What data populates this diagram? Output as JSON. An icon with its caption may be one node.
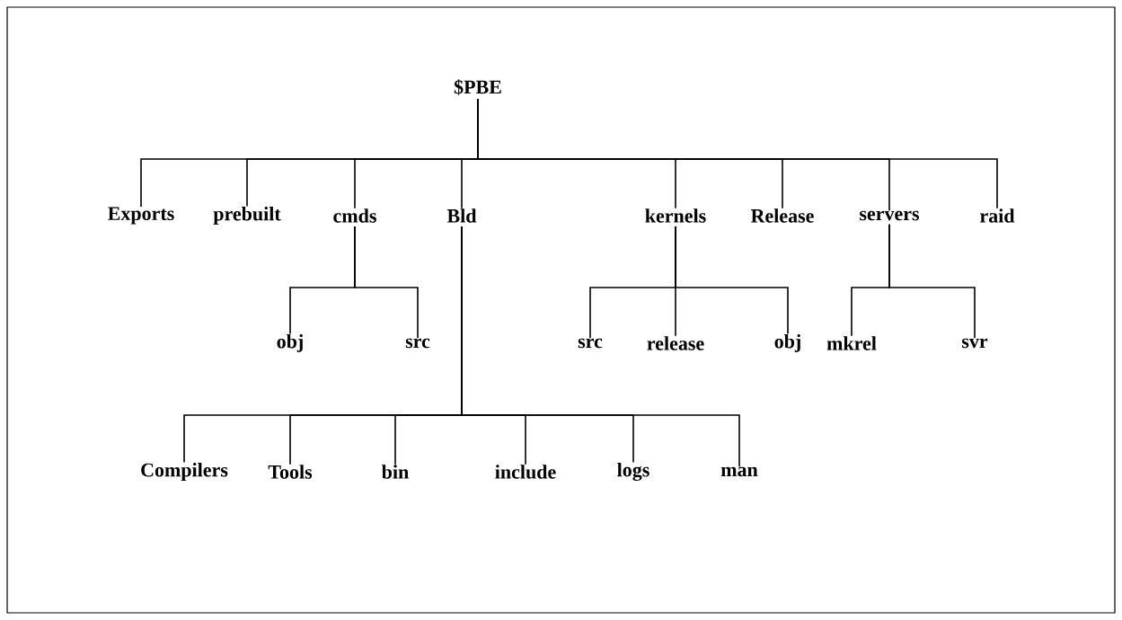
{
  "diagram": {
    "nodes": [
      {
        "text": [
          "$PBE"
        ]
      },
      {
        "text": [
          "Exports"
        ]
      },
      {
        "text": [
          "prebuilt"
        ]
      },
      {
        "text": [
          "cmds"
        ]
      },
      {
        "text": [
          "Bld"
        ]
      },
      {
        "text": [
          "kernels"
        ]
      },
      {
        "text": [
          "Release"
        ]
      },
      {
        "text": [
          "servers"
        ]
      },
      {
        "text": [
          "raid"
        ]
      },
      {
        "text": [
          "obj"
        ]
      },
      {
        "text": [
          "src"
        ]
      },
      {
        "text": [
          "src"
        ]
      },
      {
        "text": [
          "release"
        ]
      },
      {
        "text": [
          "obj"
        ]
      },
      {
        "text": [
          "mkrel"
        ]
      },
      {
        "text": [
          "svr"
        ]
      },
      {
        "text": [
          "Compilers"
        ]
      },
      {
        "text": [
          "Tools"
        ]
      },
      {
        "text": [
          "bin"
        ]
      },
      {
        "text": [
          "include"
        ]
      },
      {
        "text": [
          "logs"
        ]
      },
      {
        "text": [
          "man"
        ]
      }
    ],
    "edges": [
      {
        "from": 0,
        "to": 1,
        "arrow": "none"
      },
      {
        "from": 0,
        "to": 2,
        "arrow": "none"
      },
      {
        "from": 0,
        "to": 3,
        "arrow": "none"
      },
      {
        "from": 0,
        "to": 4,
        "arrow": "none"
      },
      {
        "from": 0,
        "to": 5,
        "arrow": "none"
      },
      {
        "from": 0,
        "to": 6,
        "arrow": "none"
      },
      {
        "from": 0,
        "to": 7,
        "arrow": "none"
      },
      {
        "from": 0,
        "to": 8,
        "arrow": "none"
      },
      {
        "from": 3,
        "to": 9,
        "arrow": "none"
      },
      {
        "from": 3,
        "to": 10,
        "arrow": "none"
      },
      {
        "from": 5,
        "to": 11,
        "arrow": "none"
      },
      {
        "from": 5,
        "to": 12,
        "arrow": "none"
      },
      {
        "from": 5,
        "to": 13,
        "arrow": "none"
      },
      {
        "from": 7,
        "to": 14,
        "arrow": "none"
      },
      {
        "from": 7,
        "to": 15,
        "arrow": "none"
      },
      {
        "from": 4,
        "to": 16,
        "arrow": "none"
      },
      {
        "from": 4,
        "to": 17,
        "arrow": "none"
      },
      {
        "from": 4,
        "to": 18,
        "arrow": "none"
      },
      {
        "from": 4,
        "to": 19,
        "arrow": "none"
      },
      {
        "from": 4,
        "to": 20,
        "arrow": "none"
      },
      {
        "from": 4,
        "to": 21,
        "arrow": "none"
      }
    ]
  }
}
